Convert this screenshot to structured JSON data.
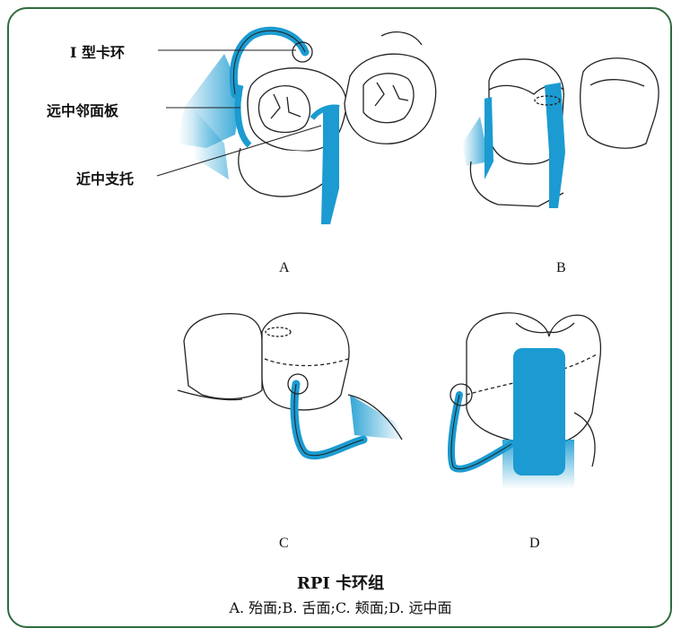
{
  "labels": {
    "clasp": "I 型卡环",
    "plate": "远中邻面板",
    "rest": "近中支托"
  },
  "panels": {
    "a": "A",
    "b": "B",
    "c": "C",
    "d": "D"
  },
  "caption": {
    "title": "RPI 卡环组",
    "subtitle": "A. 殆面;B. 舌面;C. 颊面;D. 远中面"
  },
  "colors": {
    "frame": "#2e6b3e",
    "metal": "#1b9bd1",
    "outline": "#222222"
  }
}
